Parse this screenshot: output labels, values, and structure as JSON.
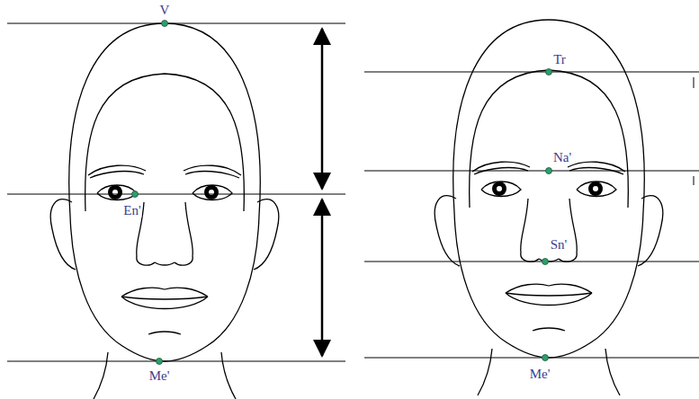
{
  "diagram": {
    "labels": [
      "V",
      "En'",
      "Me'",
      "Tr",
      "Na'",
      "Sn'",
      "Me'"
    ]
  }
}
